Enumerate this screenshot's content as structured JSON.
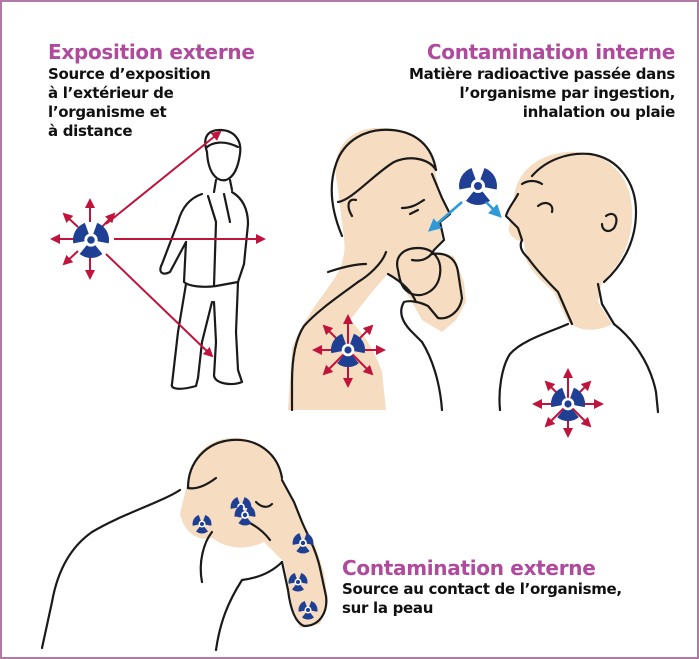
{
  "exposition_externe": {
    "title": "Exposition externe",
    "lines": [
      "Source d’exposition",
      "à l’extérieur de",
      "l’organisme et",
      "à distance"
    ]
  },
  "contamination_interne": {
    "title": "Contamination interne",
    "lines": [
      "Matière radioactive passée dans",
      "l’organisme par ingestion,",
      "inhalation ou plaie"
    ]
  },
  "contamination_externe": {
    "title": "Contamination externe",
    "lines": [
      "Source au contact de l’organisme,",
      "sur la peau"
    ]
  },
  "colors": {
    "title": "#b04a9c",
    "border": "#b07aa6",
    "arrow_red": "#c0143c",
    "arrow_blue": "#2e9ad8",
    "trefoil": "#1f3f94",
    "skin": "#f6dcc0"
  },
  "icons": [
    "radiation-trefoil-icon",
    "arrow-icon"
  ]
}
